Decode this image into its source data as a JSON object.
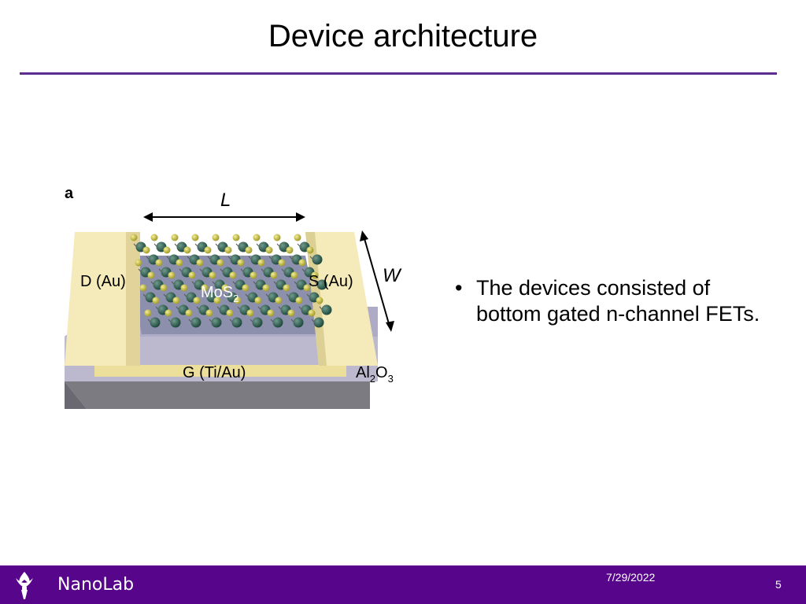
{
  "slide": {
    "title": "Device architecture",
    "bullets": [
      "The devices consisted of bottom gated n-channel FETs."
    ]
  },
  "figure": {
    "panel_label": "a",
    "length_label": "L",
    "width_label": "W",
    "drain_label": "D (Au)",
    "source_label": "S (Au)",
    "channel_label": "MoS",
    "channel_subscript": "2",
    "gate_label": "G (Ti/Au)",
    "dielectric_label_al": "Al",
    "dielectric_sub_al": "2",
    "dielectric_label_o": "O",
    "dielectric_sub_o": "3"
  },
  "footer": {
    "org": "NanoLab",
    "date": "7/29/2022",
    "page": "5",
    "logo_icon": "torch-icon"
  },
  "colors": {
    "accent": "#57068c",
    "rule": "#5b2d8e",
    "gold_contact": "#f5eab9",
    "mo_atom": "#2f5f50",
    "s_atom": "#c9c34a"
  }
}
